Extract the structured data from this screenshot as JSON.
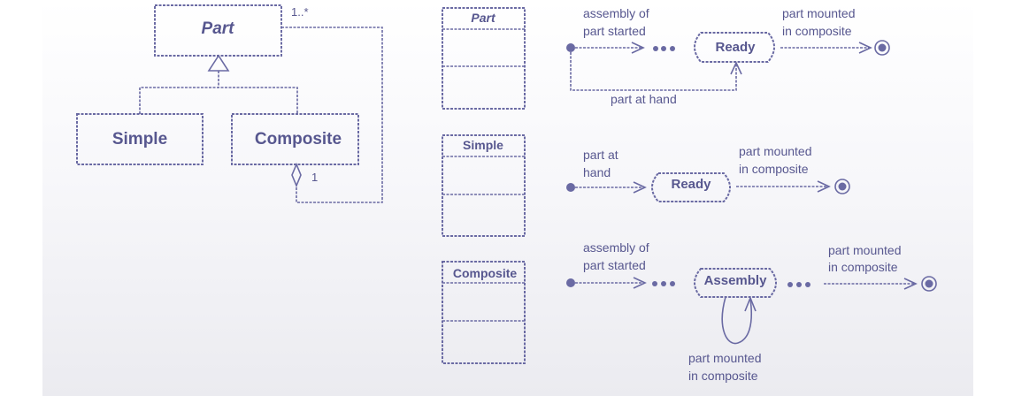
{
  "class_diagram": {
    "part_class": "Part",
    "simple_class": "Simple",
    "composite_class": "Composite",
    "multiplicity_many": "1..*",
    "multiplicity_one": "1"
  },
  "compartments": {
    "part": "Part",
    "simple": "Simple",
    "composite": "Composite"
  },
  "part_machine": {
    "start_label_line1": "assembly of",
    "start_label_line2": "part started",
    "state": "Ready",
    "end_label_line1": "part mounted",
    "end_label_line2": "in composite",
    "loop_label": "part at hand"
  },
  "simple_machine": {
    "start_label_line1": "part at",
    "start_label_line2": "hand",
    "state": "Ready",
    "end_label_line1": "part mounted",
    "end_label_line2": "in composite"
  },
  "composite_machine": {
    "start_label_line1": "assembly of",
    "start_label_line2": "part started",
    "state": "Assembly",
    "end_label_line1": "part mounted",
    "end_label_line2": "in composite",
    "loop_label_line1": "part mounted",
    "loop_label_line2": "in composite"
  }
}
